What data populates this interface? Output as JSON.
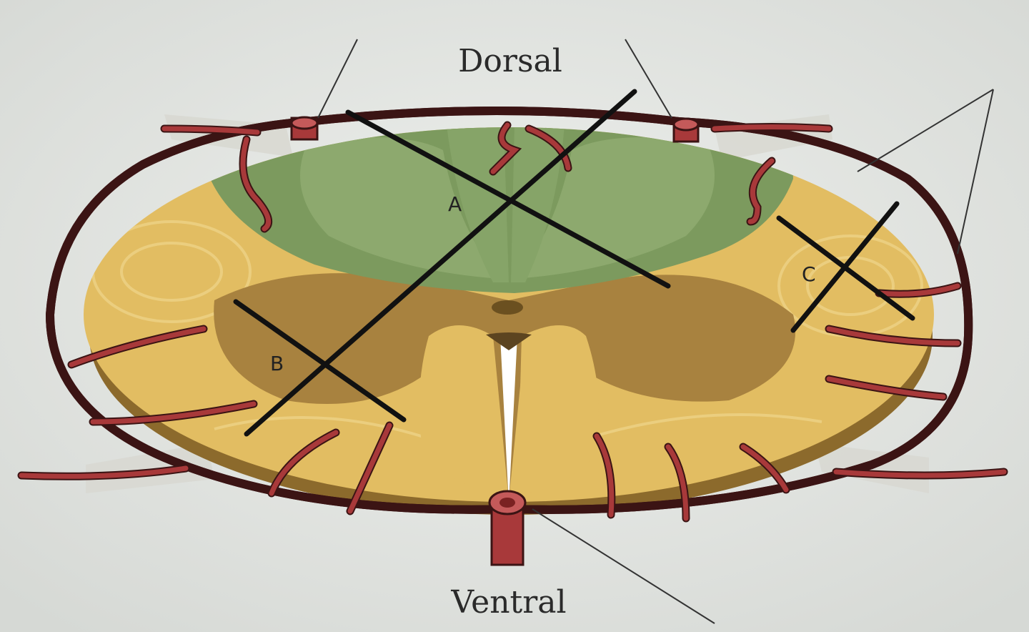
{
  "labels": {
    "dorsal": "Dorsal",
    "ventral": "Ventral",
    "a": "A",
    "b": "B",
    "c": "C"
  },
  "colors": {
    "background": "#e3e5e2",
    "white_matter": "#e2bd62",
    "gray_matter": "#a8823f",
    "dorsal_region": "#7c9a5e",
    "vessels": "#a8393a",
    "cut_lines": "#111111"
  }
}
